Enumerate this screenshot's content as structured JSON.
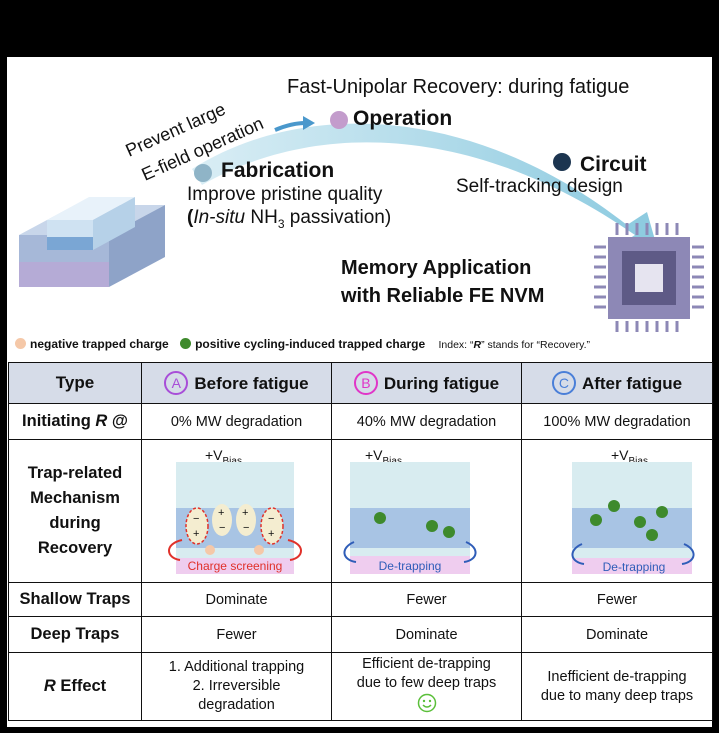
{
  "top": {
    "arc_left_label_line1": "Prevent large",
    "arc_left_label_line2": "E-field operation",
    "arc_top_label": "Fast-Unipolar Recovery: during fatigue",
    "stages": [
      {
        "title": "Fabrication",
        "sub1": "Improve pristine quality",
        "sub2_open": "(",
        "sub2_italic": "In-situ",
        "sub2_mid": " NH",
        "sub2_subscript": "3",
        "sub2_end": " passivation)"
      },
      {
        "title": "Operation"
      },
      {
        "title": "Circuit",
        "sub1": "Self-tracking design"
      }
    ],
    "application_line1": "Memory Application",
    "application_line2": "with Reliable FE NVM"
  },
  "legend": {
    "negative_label": "negative trapped charge",
    "positive_label": "positive cycling-induced trapped charge",
    "index_prefix": "Index: “",
    "index_italic": "R",
    "index_suffix": "” stands for “Recovery.”",
    "negative_color": "#f5c8a8",
    "positive_color": "#3e8a2c"
  },
  "table": {
    "header": {
      "type": "Type",
      "cols": [
        {
          "marker": "A",
          "label": "Before fatigue",
          "color": "#a84ed8"
        },
        {
          "marker": "B",
          "label": "During fatigue",
          "color": "#e036c8"
        },
        {
          "marker": "C",
          "label": "After fatigue",
          "color": "#4a7fd8"
        }
      ]
    },
    "initiating": {
      "label_pre": "Initiating ",
      "label_italic": "R",
      "label_post": " @",
      "values": [
        "0% MW degradation",
        "40% MW degradation",
        "100% MW degradation"
      ]
    },
    "mechanism": {
      "label_lines": [
        "Trap-related",
        "Mechanism",
        "during",
        "Recovery"
      ],
      "vbias": "+V",
      "vbias_sub": "Bias",
      "captions": [
        "Charge screening",
        "De-trapping",
        "De-trapping"
      ]
    },
    "shallow": {
      "label": "Shallow Traps",
      "values": [
        "Dominate",
        "Fewer",
        "Fewer"
      ]
    },
    "deep": {
      "label": "Deep Traps",
      "values": [
        "Fewer",
        "Dominate",
        "Dominate"
      ]
    },
    "effect": {
      "label_italic": "R",
      "label_post": " Effect",
      "col1": [
        "1. Additional trapping",
        "2. Irreversible",
        "degradation"
      ],
      "col2": [
        "Efficient de-trapping",
        "due to few deep traps"
      ],
      "col3": [
        "Inefficient de-trapping",
        "due to many deep traps"
      ],
      "smiley_icon": "smiley-icon"
    }
  }
}
